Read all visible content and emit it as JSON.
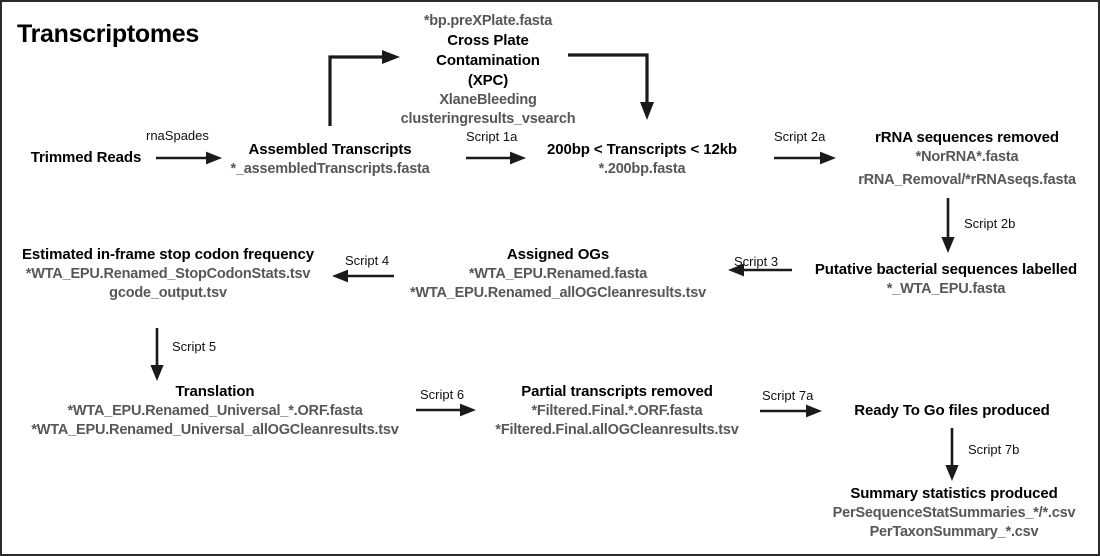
{
  "page": {
    "title": "Transcriptomes",
    "border_color": "#2b2b2b",
    "background": "#ffffff",
    "title_color": "#000000",
    "node_title_color": "#000000",
    "file_text_color": "#575757",
    "arrow_color": "#1a1a1a"
  },
  "nodes": {
    "trimmed_reads": {
      "title": "Trimmed Reads",
      "files": []
    },
    "assembled_transcripts": {
      "title": "Assembled Transcripts",
      "files": [
        "*_assembledTranscripts.fasta"
      ]
    },
    "cross_plate": {
      "file_top": "*bp.preXPlate.fasta",
      "title_line1": "Cross Plate",
      "title_line2": "Contamination",
      "title_line3": "(XPC)",
      "files": [
        "XlaneBleeding",
        "clusteringresults_vsearch"
      ]
    },
    "size_filter": {
      "title": "200bp < Transcripts < 12kb",
      "files": [
        "*.200bp.fasta"
      ]
    },
    "rrna_removed": {
      "title": "rRNA sequences removed",
      "files": [
        "*NorRNA*.fasta",
        "rRNA_Removal/*rRNAseqs.fasta"
      ]
    },
    "bacterial_labelled": {
      "title": "Putative bacterial sequences labelled",
      "files": [
        "*_WTA_EPU.fasta"
      ]
    },
    "assigned_ogs": {
      "title": "Assigned OGs",
      "files": [
        "*WTA_EPU.Renamed.fasta",
        "*WTA_EPU.Renamed_allOGCleanresults.tsv"
      ]
    },
    "stop_codon": {
      "title": "Estimated in-frame stop codon frequency",
      "files": [
        "*WTA_EPU.Renamed_StopCodonStats.tsv",
        "gcode_output.tsv"
      ]
    },
    "translation": {
      "title": "Translation",
      "files": [
        "*WTA_EPU.Renamed_Universal_*.ORF.fasta",
        "*WTA_EPU.Renamed_Universal_allOGCleanresults.tsv"
      ]
    },
    "partial_removed": {
      "title": "Partial transcripts removed",
      "files": [
        "*Filtered.Final.*.ORF.fasta",
        "*Filtered.Final.allOGCleanresults.tsv"
      ]
    },
    "ready_to_go": {
      "title": "Ready To Go files produced",
      "files": []
    },
    "summary_stats": {
      "title": "Summary statistics produced",
      "files": [
        "PerSequenceStatSummaries_*/*.csv",
        "PerTaxonSummary_*.csv"
      ]
    }
  },
  "edges": {
    "rnaspades": "rnaSpades",
    "script_1a": "Script 1a",
    "script_2a": "Script 2a",
    "script_2b": "Script 2b",
    "script_3": "Script 3",
    "script_4": "Script 4",
    "script_5": "Script 5",
    "script_6": "Script 6",
    "script_7a": "Script 7a",
    "script_7b": "Script 7b"
  }
}
